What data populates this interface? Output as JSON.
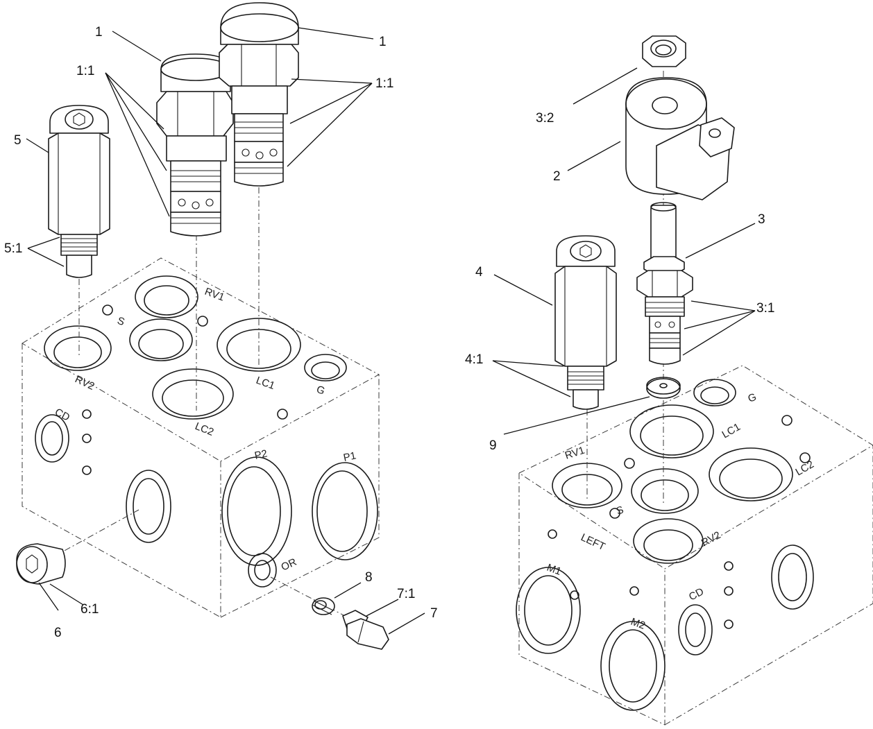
{
  "callouts": {
    "c1a": "1",
    "c1b": "1",
    "c11a": "1:1",
    "c11b": "1:1",
    "c5": "5",
    "c51": "5:1",
    "c6": "6",
    "c61": "6:1",
    "c7": "7",
    "c71": "7:1",
    "c8": "8",
    "c32": "3:2",
    "c2": "2",
    "c3": "3",
    "c31": "3:1",
    "c4": "4",
    "c41": "4:1",
    "c9": "9"
  },
  "ports_left": {
    "rv1": "RV1",
    "s": "S",
    "rv2": "RV2",
    "lc1": "LC1",
    "g": "G",
    "lc2": "LC2",
    "cd": "CD",
    "p2": "P2",
    "p1": "P1",
    "or": "OR"
  },
  "ports_right": {
    "rv1": "RV1",
    "s": "S",
    "rv2": "RV2",
    "lc1": "LC1",
    "lc2": "LC2",
    "g": "G",
    "left": "LEFT",
    "m1": "M1",
    "m2": "M2",
    "cd": "CD"
  }
}
